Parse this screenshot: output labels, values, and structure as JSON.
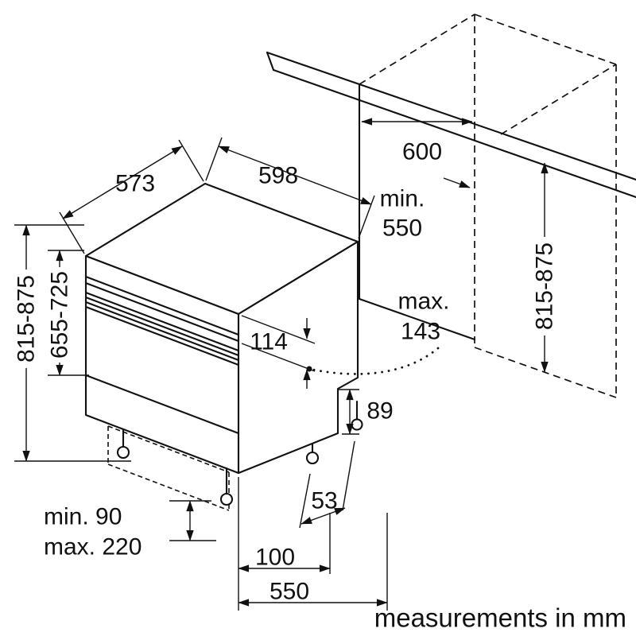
{
  "footer": {
    "note": "measurements in mm"
  },
  "dims": {
    "top_width_left": "573",
    "top_width_right": "598",
    "worktop_depth": "600",
    "niche_depth_min_word": "min.",
    "niche_depth_min_value": "550",
    "niche_height": "815-875",
    "appliance_height": "815-875",
    "furniture_door_height": "655-725",
    "control_panel_height": "114",
    "panel_overhang_max_word": "max.",
    "panel_overhang_max_value": "143",
    "rear_base_height": "89",
    "rear_foot_inset": "53",
    "plinth_min": "min. 90",
    "plinth_max": "max. 220",
    "front_foot_inset": "100",
    "appliance_depth": "550"
  },
  "colors": {
    "line": "#111111",
    "background": "#ffffff"
  }
}
